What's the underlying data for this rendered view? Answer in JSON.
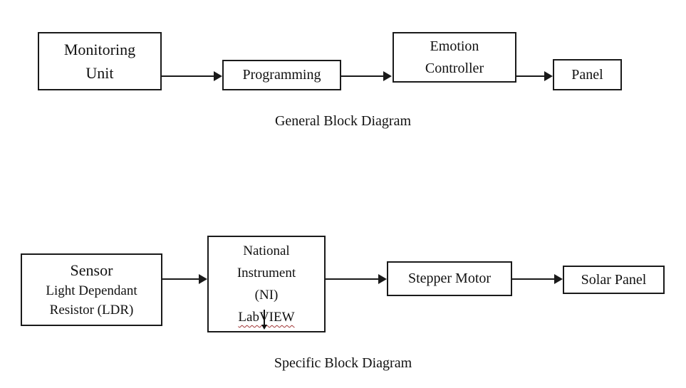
{
  "general_diagram": {
    "caption": "General Block Diagram",
    "boxes": {
      "monitoring_unit": {
        "label": "Monitoring\nUnit"
      },
      "programming": {
        "label": "Programming"
      },
      "emotion_controller": {
        "label": "Emotion\nController"
      },
      "panel": {
        "label": "Panel"
      }
    },
    "connections": [
      {
        "from": "monitoring_unit",
        "to": "programming"
      },
      {
        "from": "programming",
        "to": "emotion_controller"
      },
      {
        "from": "emotion_controller",
        "to": "panel"
      }
    ]
  },
  "specific_diagram": {
    "caption": "Specific Block Diagram",
    "boxes": {
      "sensor": {
        "title": "Sensor",
        "subtitle": "Light Dependant\nResistor (LDR)"
      },
      "ni_labview": {
        "label": "National\nInstrument\n(NI)",
        "underlined_word": "LabVIEW"
      },
      "stepper_motor": {
        "label": "Stepper Motor"
      },
      "solar_panel": {
        "label": "Solar Panel"
      }
    },
    "connections": [
      {
        "from": "sensor",
        "to": "ni_labview"
      },
      {
        "from": "ni_labview",
        "to": "stepper_motor"
      },
      {
        "from": "stepper_motor",
        "to": "solar_panel"
      }
    ]
  },
  "colors": {
    "background": "#ffffff",
    "box_border": "#1a1a1a",
    "text": "#111111",
    "arrow": "#1a1a1a",
    "spellcheck_squiggle": "#a03333"
  }
}
